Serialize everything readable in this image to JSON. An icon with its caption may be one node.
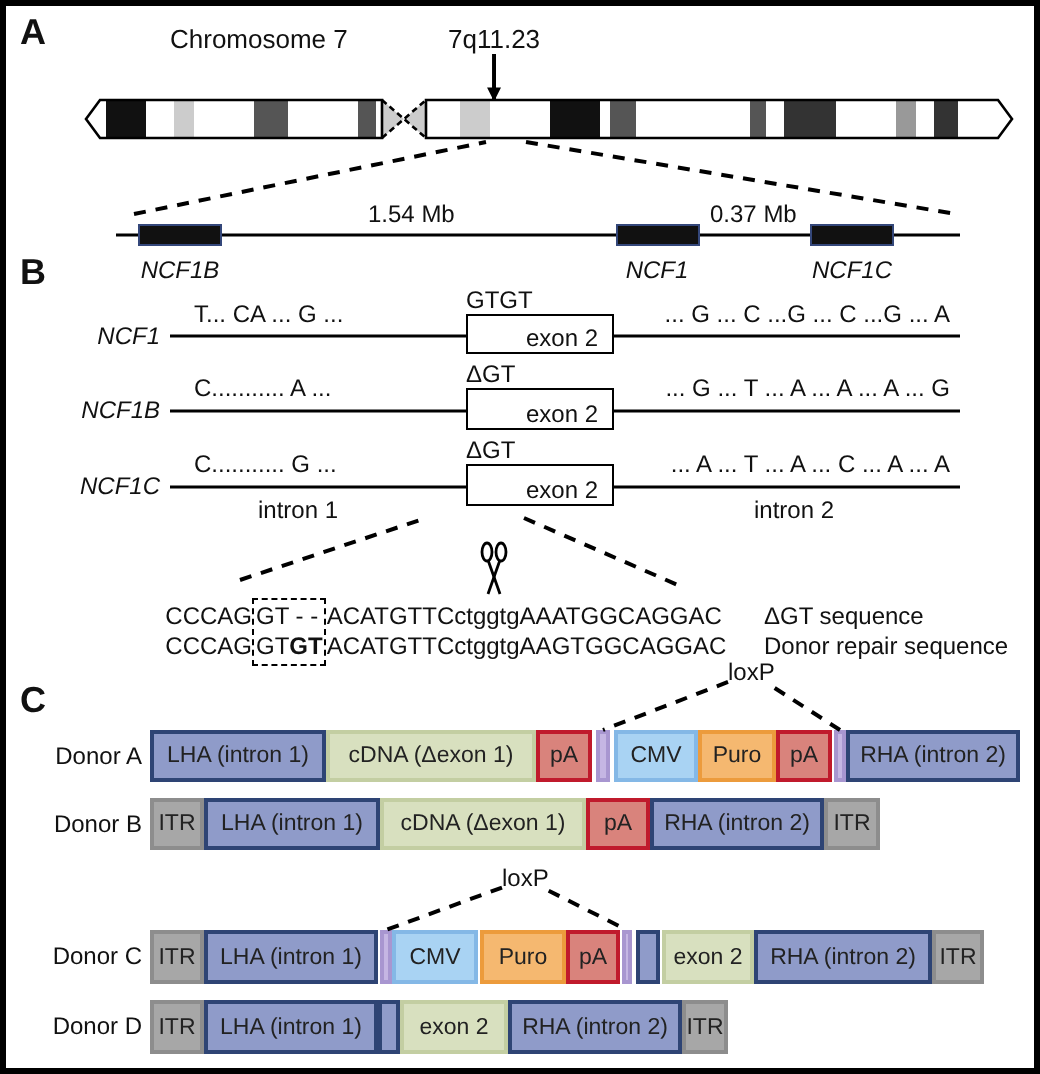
{
  "diagram": {
    "nodes": [
      {
        "text": [
          "7q11.23"
        ]
      },
      {
        "text": [],
        "shape": "bar"
      },
      {
        "text": [
          "NCF1B"
        ]
      },
      {
        "text": [
          "NCF1"
        ]
      },
      {
        "text": [
          "NCF1C"
        ]
      },
      {
        "text": [
          "GTGT",
          "exon 2"
        ]
      },
      {
        "text": [
          "ΔGT",
          "exon 2"
        ]
      },
      {
        "text": [
          "ΔGT",
          "exon 2"
        ]
      },
      {
        "text": [
          "GT - -",
          "GT**GT**"
        ]
      },
      {
        "text": [
          "loxP"
        ]
      },
      {
        "text": [
          "LHA (intron 1)"
        ]
      },
      {
        "text": [
          "cDNA (Δexon 1)"
        ]
      },
      {
        "text": [
          "pA"
        ]
      },
      {
        "text": [],
        "shape": "box"
      },
      {
        "text": [
          "CMV"
        ]
      },
      {
        "text": [
          "Puro"
        ]
      },
      {
        "text": [
          "pA"
        ]
      },
      {
        "text": [],
        "shape": "box"
      },
      {
        "text": [
          "RHA (intron 2)"
        ]
      },
      {
        "text": [
          "ITR"
        ]
      },
      {
        "text": [
          "LHA (intron 1)"
        ]
      },
      {
        "text": [
          "cDNA (Δexon 1)"
        ]
      },
      {
        "text": [
          "pA"
        ]
      },
      {
        "text": [
          "RHA (intron 2)"
        ]
      },
      {
        "text": [
          "ITR"
        ]
      },
      {
        "text": [
          "loxP"
        ]
      },
      {
        "text": [
          "ITR"
        ]
      },
      {
        "text": [
          "LHA (intron 1)"
        ]
      },
      {
        "text": [],
        "shape": "box"
      },
      {
        "text": [
          "CMV"
        ]
      },
      {
        "text": [
          "Puro"
        ]
      },
      {
        "text": [
          "pA"
        ]
      },
      {
        "text": [],
        "shape": "box"
      },
      {
        "text": [],
        "shape": "box"
      },
      {
        "text": [
          "exon 2"
        ]
      },
      {
        "text": [
          "RHA (intron 2)"
        ]
      },
      {
        "text": [
          "ITR"
        ]
      },
      {
        "text": [
          "ITR"
        ]
      },
      {
        "text": [
          "LHA (intron 1)"
        ]
      },
      {
        "text": [],
        "shape": "box"
      },
      {
        "text": [
          "exon 2"
        ]
      },
      {
        "text": [
          "RHA (intron 2)"
        ]
      },
      {
        "text": [
          "ITR"
        ]
      }
    ],
    "edges": [
      {
        "from": 0,
        "to": 1,
        "arrow": "to"
      },
      {
        "from": 9,
        "to": 13,
        "arrow": "none",
        "style": "dashed"
      },
      {
        "from": 9,
        "to": 17,
        "arrow": "none",
        "style": "dashed"
      },
      {
        "from": 25,
        "to": 28,
        "arrow": "none",
        "style": "dashed"
      },
      {
        "from": 25,
        "to": 32,
        "arrow": "none",
        "style": "dashed"
      }
    ],
    "labels": [
      "A",
      "Chromosome 7",
      "1.54 Mb",
      "0.37 Mb",
      "B",
      "NCF1",
      "T... CA ... G ...",
      "... G ... C ...G ... C ...G ... A",
      "NCF1B",
      "C........... A ...",
      "... G ... T ... A ... A ... A ... G",
      "NCF1C",
      "C........... G ...",
      "... A ... T ... A ... C ... A ... A",
      "intron 1",
      "intron 2",
      "CCCAG",
      "ACATGTTCctggtgAAATGGCAGGAC",
      "ΔGT sequence",
      "CCCAG",
      "ACATGTTCctggtgAAGTGGCAGGAC",
      "Donor repair sequence",
      "C",
      "Donor A",
      "Donor B",
      "Donor C",
      "Donor D"
    ]
  }
}
